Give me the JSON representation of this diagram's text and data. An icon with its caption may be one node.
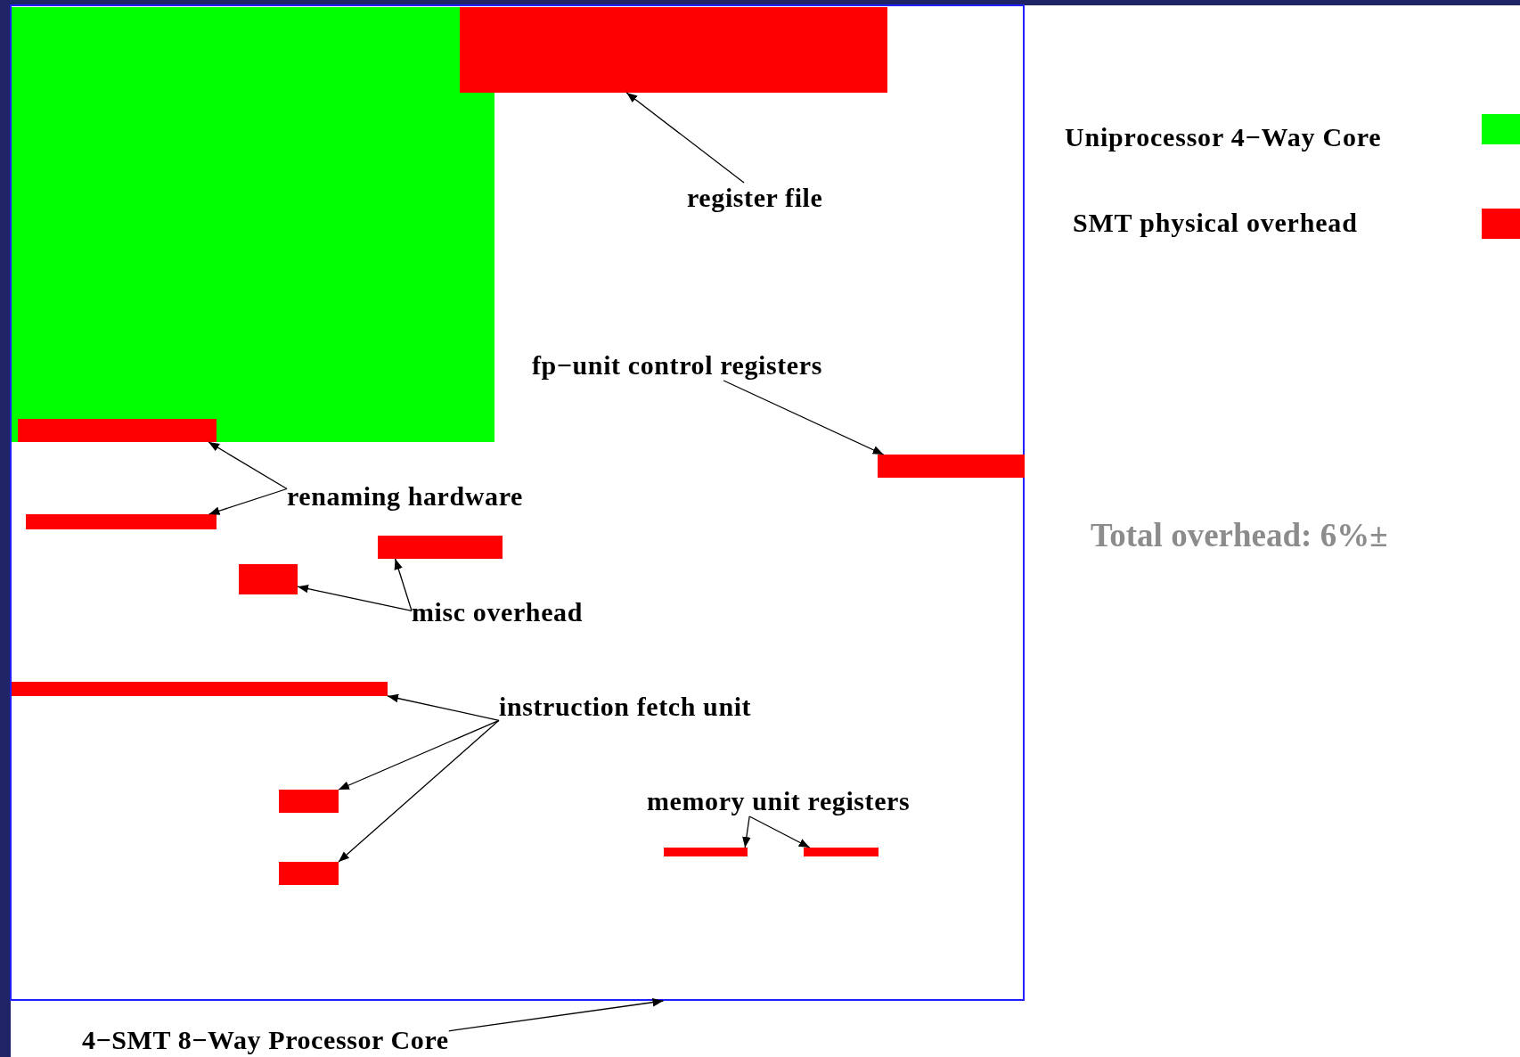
{
  "diagram": {
    "nodes": [
      {
        "text": [],
        "shape": "box"
      },
      {
        "text": [],
        "shape": "box",
        "in": 0
      },
      {
        "text": [],
        "shape": "box",
        "in": 0
      },
      {
        "text": [
          "register file"
        ],
        "in": 0
      },
      {
        "text": [
          "fp−unit control registers"
        ],
        "in": 0
      },
      {
        "text": [],
        "shape": "box",
        "in": 0
      },
      {
        "text": [],
        "shape": "box",
        "in": 1
      },
      {
        "text": [
          "renaming hardware"
        ],
        "in": 0
      },
      {
        "text": [],
        "shape": "box",
        "in": 0
      },
      {
        "text": [],
        "shape": "box",
        "in": 0
      },
      {
        "text": [],
        "shape": "box",
        "in": 0
      },
      {
        "text": [
          "misc overhead"
        ],
        "in": 0
      },
      {
        "text": [],
        "shape": "box",
        "in": 0
      },
      {
        "text": [
          "instruction fetch unit"
        ],
        "in": 0
      },
      {
        "text": [],
        "shape": "box",
        "in": 0
      },
      {
        "text": [
          "memory unit registers"
        ],
        "in": 0
      },
      {
        "text": [],
        "shape": "box",
        "in": 0
      },
      {
        "text": [],
        "shape": "box",
        "in": 0
      },
      {
        "text": [],
        "shape": "box",
        "in": 0
      },
      {
        "text": [
          "4−SMT 8−Way Processor Core"
        ]
      }
    ],
    "edges": [
      {
        "from": 3,
        "to": 2,
        "arrow": "to"
      },
      {
        "from": 4,
        "to": 5,
        "arrow": "to"
      },
      {
        "from": 7,
        "to": 6,
        "arrow": "to"
      },
      {
        "from": 7,
        "to": 8,
        "arrow": "to"
      },
      {
        "from": 11,
        "to": 9,
        "arrow": "to"
      },
      {
        "from": 11,
        "to": 10,
        "arrow": "to"
      },
      {
        "from": 13,
        "to": 12,
        "arrow": "to"
      },
      {
        "from": 13,
        "to": 14,
        "arrow": "to"
      },
      {
        "from": 13,
        "to": 18,
        "arrow": "to"
      },
      {
        "from": 15,
        "to": 16,
        "arrow": "to"
      },
      {
        "from": 15,
        "to": 17,
        "arrow": "to"
      },
      {
        "from": 19,
        "to": 0,
        "arrow": "to"
      }
    ],
    "labels": [
      "Total overhead: 6%±"
    ],
    "legend": [
      {
        "text": "Uniprocessor 4−Way Core",
        "color": "#00ff00"
      },
      {
        "text": "SMT physical overhead",
        "color": "#ff0000"
      }
    ]
  }
}
